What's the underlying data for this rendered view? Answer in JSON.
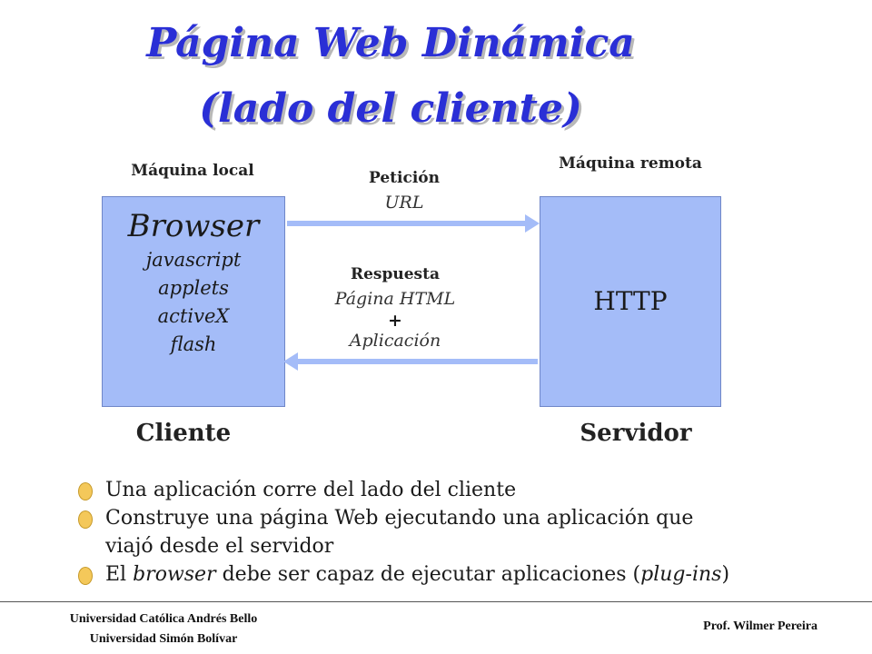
{
  "title": {
    "line1": "Página Web Dinámica",
    "line2": "(lado del cliente)"
  },
  "left_machine": {
    "caption": "Máquina local",
    "box_title": "Browser",
    "items": [
      "javascript",
      "applets",
      "activeX",
      "flash"
    ],
    "role": "Cliente"
  },
  "right_machine": {
    "caption": "Máquina remota",
    "box_title": "HTTP",
    "role": "Servidor"
  },
  "request": {
    "label": "Petición",
    "detail": "URL"
  },
  "response": {
    "label": "Respuesta",
    "detail1": "Página HTML",
    "plus": "+",
    "detail2": "Aplicación"
  },
  "bullets": [
    "Una aplicación corre del lado del cliente",
    "Construye una página Web ejecutando una aplicación que",
    "viajó desde el servidor",
    {
      "before": "El ",
      "em1": "browser",
      "middle": " debe ser capaz de ejecutar aplicaciones (",
      "em2": "plug",
      "dash": "-",
      "em3": "ins",
      "after": ")"
    }
  ],
  "footer": {
    "left_line1": "Universidad Católica Andrés Bello",
    "left_line2": "Universidad Simón Bolívar",
    "right": "Prof. Wilmer Pereira"
  },
  "colors": {
    "title": "#2a2fd6",
    "box": "#a4bcf8",
    "arrow": "#a4bcf8",
    "bullet": "#f4c85a"
  }
}
